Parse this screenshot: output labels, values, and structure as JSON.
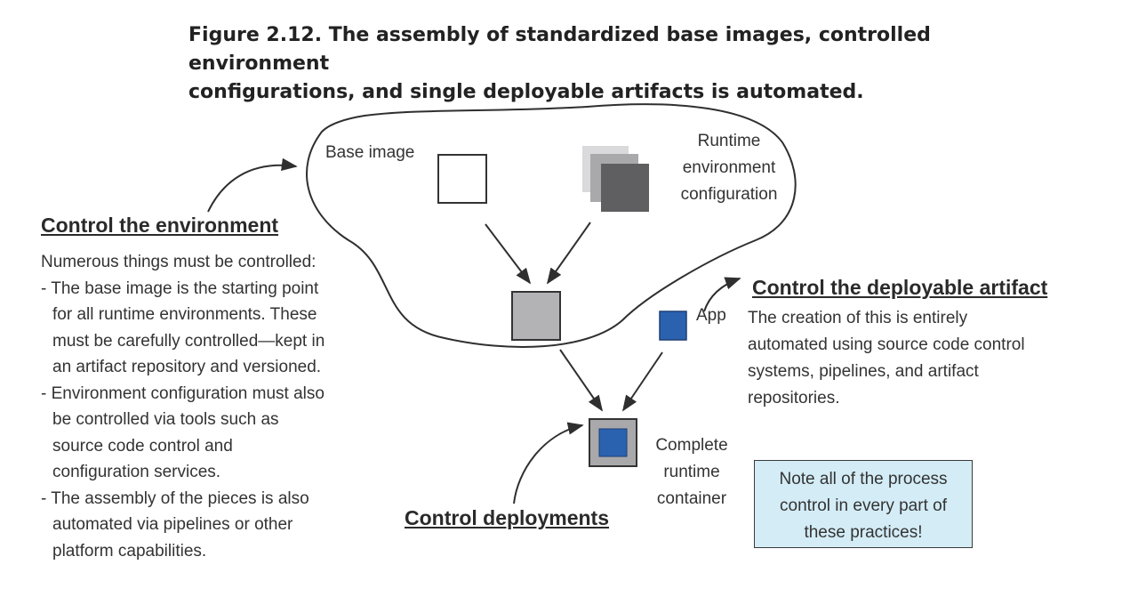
{
  "figure": {
    "title_lines": [
      "Figure 2.12. The assembly of standardized base images, controlled environment",
      "configurations, and single deployable artifacts is automated."
    ]
  },
  "labels": {
    "base_image": "Base image",
    "runtime_config_lines": [
      "Runtime",
      "environment",
      "configuration"
    ],
    "app": "App",
    "complete_container_lines": [
      "Complete",
      "runtime",
      "container"
    ]
  },
  "control_environment": {
    "heading": "Control the environment",
    "lines": [
      "Numerous things must be controlled:",
      "- The base image is the starting point",
      "  for all runtime environments. These",
      "  must be carefully controlled—kept in",
      "  an artifact repository and versioned.",
      "- Environment configuration must also",
      "  be controlled via tools such as",
      "  source code control and",
      "  configuration services.",
      "- The assembly of the pieces is also",
      "  automated via pipelines or other",
      "  platform capabilities."
    ]
  },
  "control_artifact": {
    "heading": "Control the deployable artifact",
    "lines": [
      "The creation of this is entirely",
      "automated using source code control",
      "systems, pipelines, and artifact",
      "repositories."
    ]
  },
  "control_deployments": {
    "heading": "Control deployments"
  },
  "note": {
    "lines": [
      "Note all of the process",
      "control in every part of",
      "these practices!"
    ]
  },
  "colors": {
    "blob_stroke": "#2f2f2f",
    "gray_box": "#b3b3b6",
    "dark_box": "#5f5f61",
    "mid_box": "#a9a9ab",
    "light_box": "#dadadc",
    "app_blue": "#2b62b0",
    "note_bg": "#d3ecf6"
  }
}
